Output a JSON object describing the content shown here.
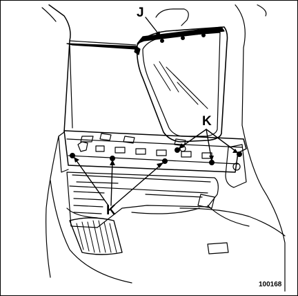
{
  "diagram": {
    "callouts": {
      "j": "J",
      "k_upper": "K",
      "k_lower": "K"
    },
    "reference_number": "100168",
    "colors": {
      "line": "#000000",
      "background": "#ffffff"
    }
  }
}
